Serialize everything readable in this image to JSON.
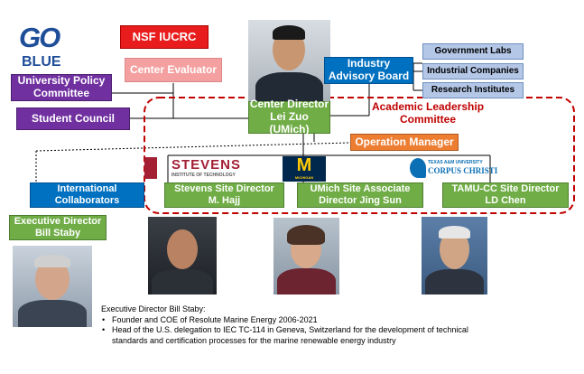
{
  "logo": {
    "top": "GO",
    "bottom": "BLUE"
  },
  "nsf": "NSF IUCRC",
  "evaluator": "Center Evaluator",
  "policy": "University Policy Committee",
  "student": "Student Council",
  "advisory": "Industry Advisory Board",
  "advisory_members": [
    "Government Labs",
    "Industrial Companies",
    "Research Institutes"
  ],
  "director": {
    "title": "Center Director",
    "name": "Lei Zuo (UMich)"
  },
  "academic": "Academic Leadership Committee",
  "operation": "Operation Manager",
  "stevens_logo": {
    "name": "STEVENS",
    "sub": "INSTITUTE OF TECHNOLOGY"
  },
  "michigan_logo": {
    "letter": "M",
    "sub": "MICHIGAN"
  },
  "tamu_logo": {
    "top": "TEXAS A&M UNIVERSITY",
    "name": "CORPUS CHRISTI"
  },
  "international": "International Collaborators",
  "sites": [
    {
      "title": "Stevens Site Director",
      "name": "M. Hajj"
    },
    {
      "title": "UMich Site Associate",
      "name": "Director Jing Sun"
    },
    {
      "title": "TAMU-CC Site Director",
      "name": "LD Chen"
    }
  ],
  "exec": {
    "title": "Executive Director",
    "name": "Bill Staby"
  },
  "bio": {
    "heading": "Executive Director Bill Staby:",
    "bullets": [
      "Founder and COE of Resolute Marine Energy 2006-2021",
      "Head of the U.S. delegation to IEC TC-114 in Geneva, Switzerland for the development of technical standards and certification processes for the marine renewable energy industry"
    ]
  },
  "colors": {
    "purple": "#7030a0",
    "green": "#70ad47",
    "blue": "#0070c0",
    "nsf_red": "#e81c1c",
    "orange": "#ed7d31",
    "dashed_red": "#c00000",
    "pink": "#f4a0a0"
  }
}
